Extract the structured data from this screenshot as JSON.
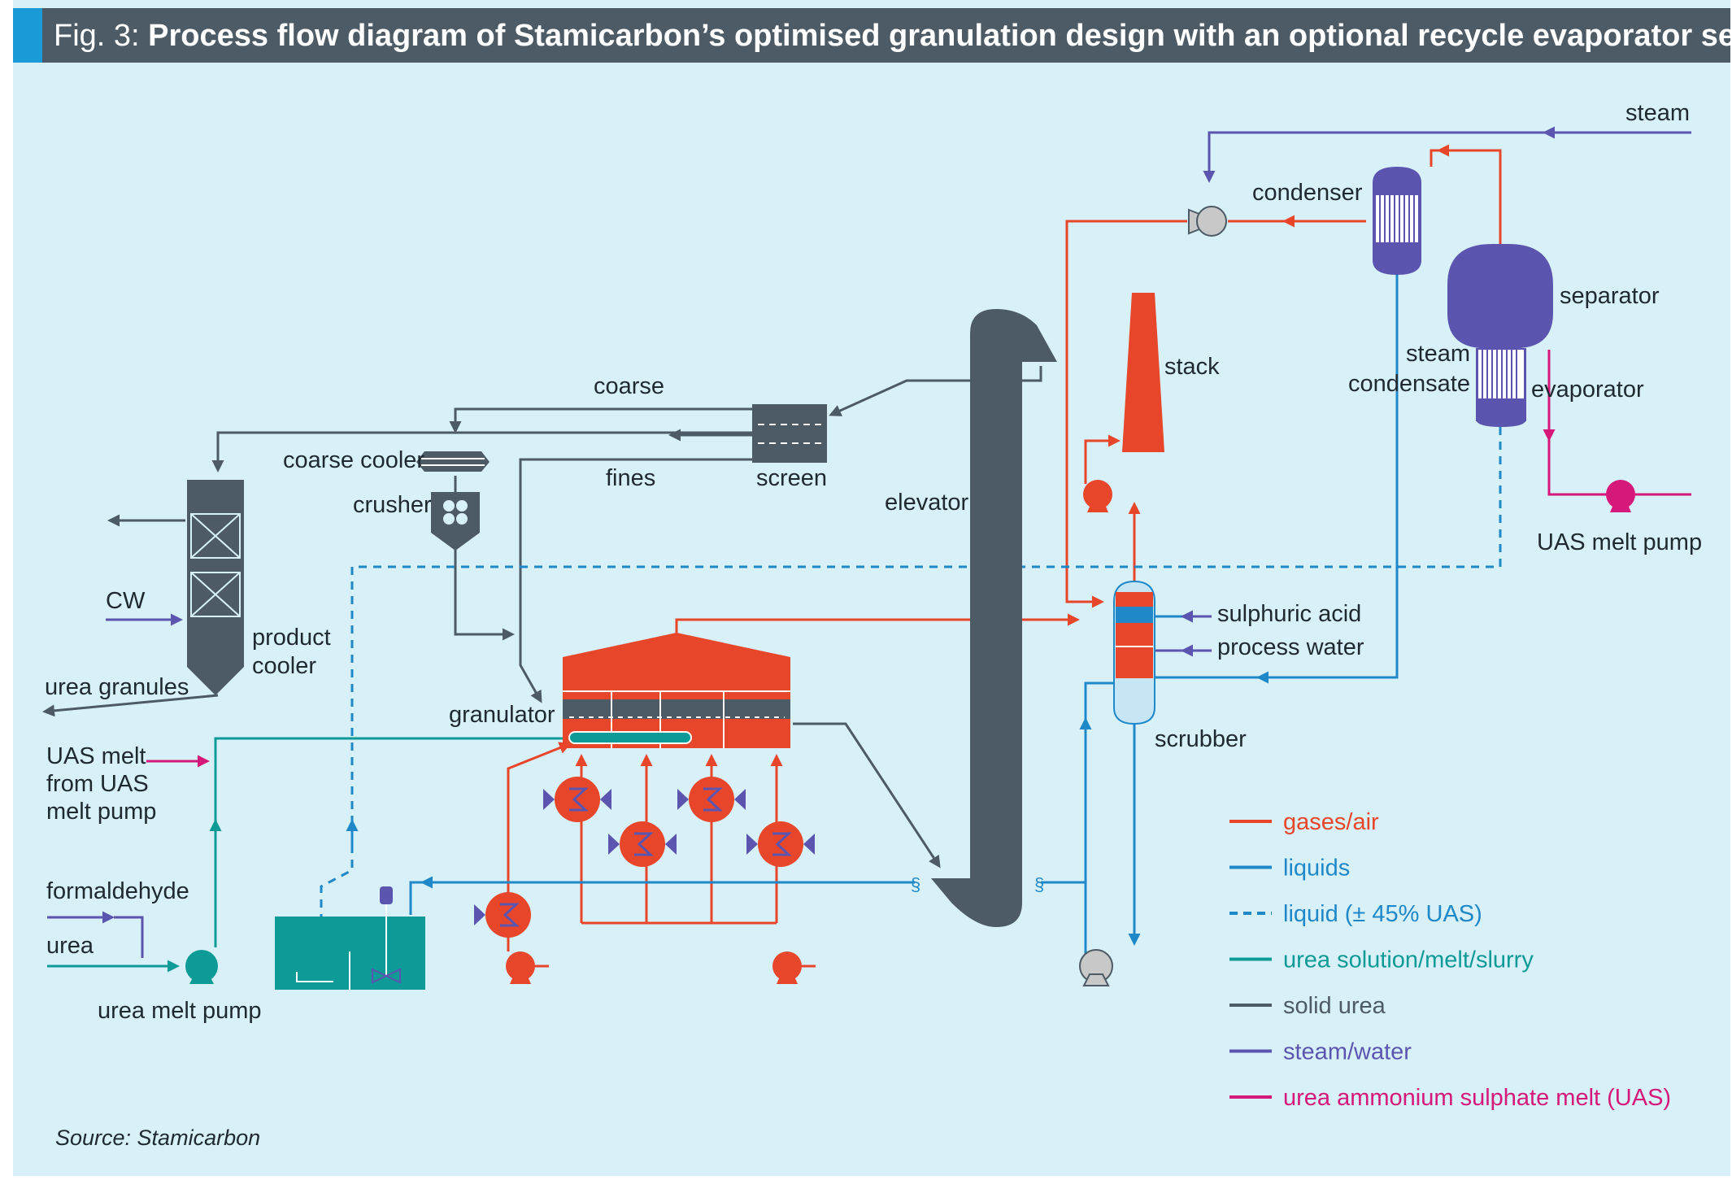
{
  "title": {
    "fig": "Fig. 3:",
    "text": "Process flow diagram of Stamicarbon’s optimised granulation design with an optional recycle evaporator section"
  },
  "labels": {
    "steam": "steam",
    "condenser": "condenser",
    "separator": "separator",
    "steam_condensate_1": "steam",
    "steam_condensate_2": "condensate",
    "evaporator": "evaporator",
    "stack": "stack",
    "uas_melt_pump": "UAS melt pump",
    "elevator": "elevator",
    "coarse": "coarse",
    "coarse_cooler": "coarse cooler",
    "crusher": "crusher",
    "fines": "fines",
    "screen": "screen",
    "cw": "CW",
    "product_cooler_1": "product",
    "product_cooler_2": "cooler",
    "urea_granules": "urea granules",
    "granulator": "granulator",
    "uas_melt_1": "UAS melt",
    "uas_melt_2": "from UAS",
    "uas_melt_3": "melt pump",
    "formaldehyde": "formaldehyde",
    "urea": "urea",
    "urea_melt_pump": "urea melt pump",
    "sulphuric_acid": "sulphuric acid",
    "process_water": "process water",
    "scrubber": "scrubber"
  },
  "legend": [
    {
      "label": "gases/air",
      "color": "#e8462a",
      "dashed": false
    },
    {
      "label": "liquids",
      "color": "#1e88c8",
      "dashed": false
    },
    {
      "label": "liquid (± 45% UAS)",
      "color": "#1e88c8",
      "dashed": true
    },
    {
      "label": "urea solution/melt/slurry",
      "color": "#0e9a96",
      "dashed": false
    },
    {
      "label": "solid urea",
      "color": "#4d5b66",
      "dashed": false
    },
    {
      "label": "steam/water",
      "color": "#5b55b0",
      "dashed": false
    },
    {
      "label": "urea ammonium sulphate melt (UAS)",
      "color": "#d6187a",
      "dashed": false
    }
  ],
  "source": "Source: Stamicarbon",
  "colors": {
    "gas": "#e8462a",
    "liquid": "#1e88c8",
    "urea": "#0e9a96",
    "solid": "#4d5b66",
    "steam": "#5b55b0",
    "uas": "#d6187a",
    "background": "#d8f0f8",
    "titlebar": "#4d5b66"
  }
}
